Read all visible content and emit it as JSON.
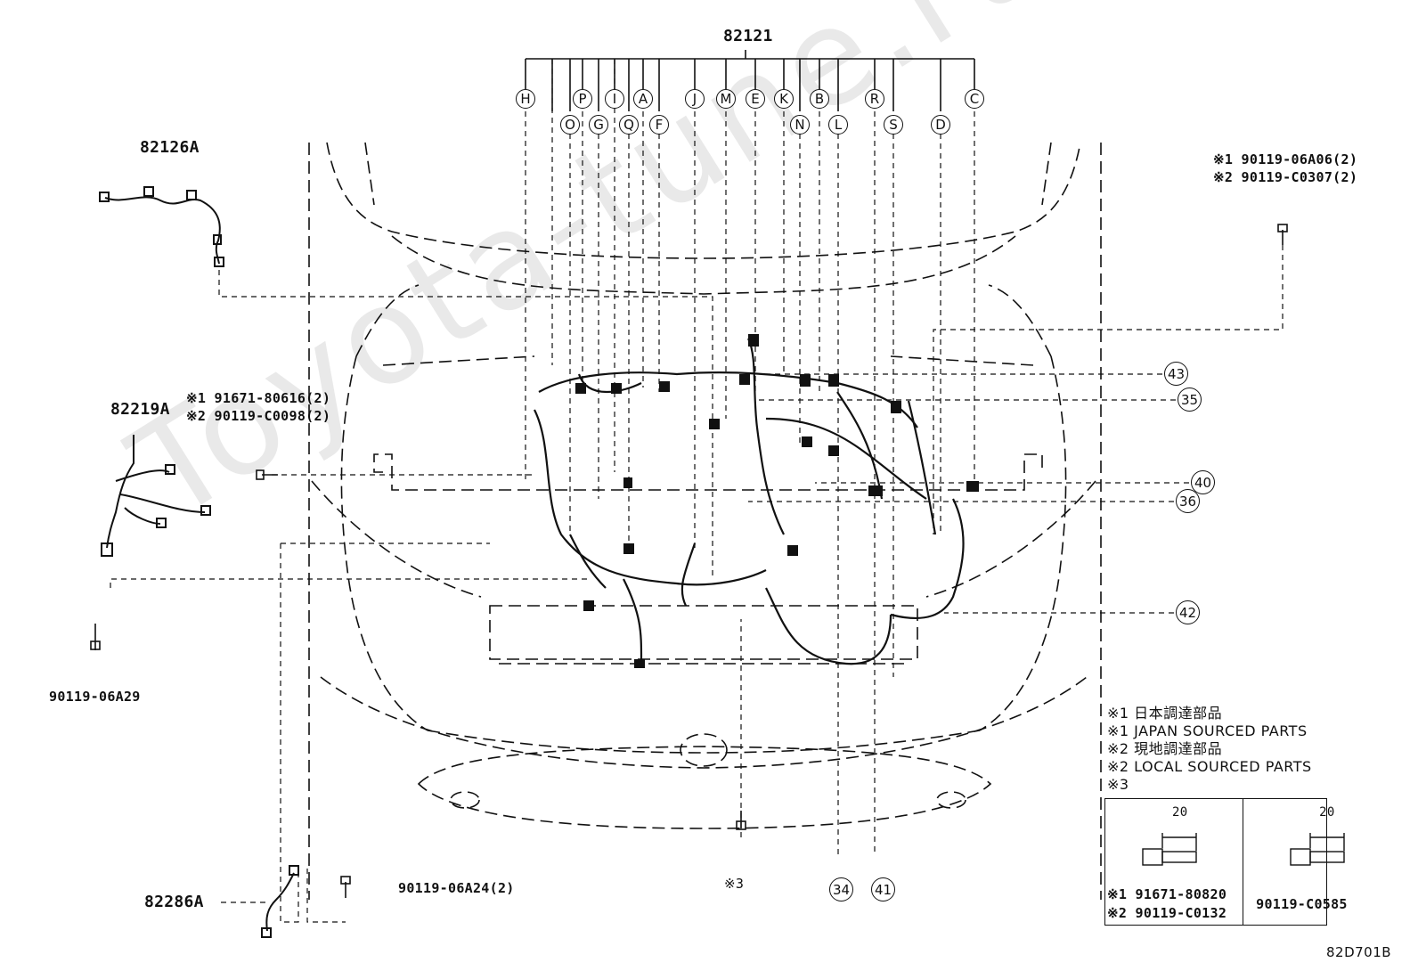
{
  "watermark": "Toyota-tune.ru",
  "main_part": "82121",
  "connector_letters_top": [
    "H",
    "P",
    "I",
    "A",
    "J",
    "M",
    "E",
    "K",
    "B",
    "R",
    "C"
  ],
  "connector_letters_bottom": [
    "O",
    "G",
    "Q",
    "F",
    "N",
    "L",
    "S",
    "D"
  ],
  "callouts": {
    "c43": "43",
    "c35": "35",
    "c40": "40",
    "c36": "36",
    "c42": "42",
    "c34": "34",
    "c41": "41"
  },
  "parts": {
    "p82126A": "82126A",
    "p82219A": "82219A",
    "p82286A": "82286A",
    "b_90119_06A29": "90119-06A29",
    "b_90119_06A24": "90119-06A24(2)",
    "mark3_label": "※3"
  },
  "bolt_82219A": {
    "line1": "※1 91671-80616(2)",
    "line2": "※2 90119-C0098(2)"
  },
  "bolt_top_right": {
    "line1": "※1 90119-06A06(2)",
    "line2": "※2 90119-C0307(2)"
  },
  "notes": {
    "n1_jp": "※1 日本調達部品",
    "n1_en": "※1 JAPAN SOURCED PARTS",
    "n2_jp": "※2 現地調達部品",
    "n2_en": "※2 LOCAL SOURCED PARTS",
    "n3": "※3"
  },
  "ref_table": {
    "left_dim": "20",
    "right_dim": "20",
    "left_p1": "※1 91671-80820",
    "left_p2": "※2 90119-C0132",
    "right_p": "90119-C0585"
  },
  "diagram_code": "82D701B"
}
